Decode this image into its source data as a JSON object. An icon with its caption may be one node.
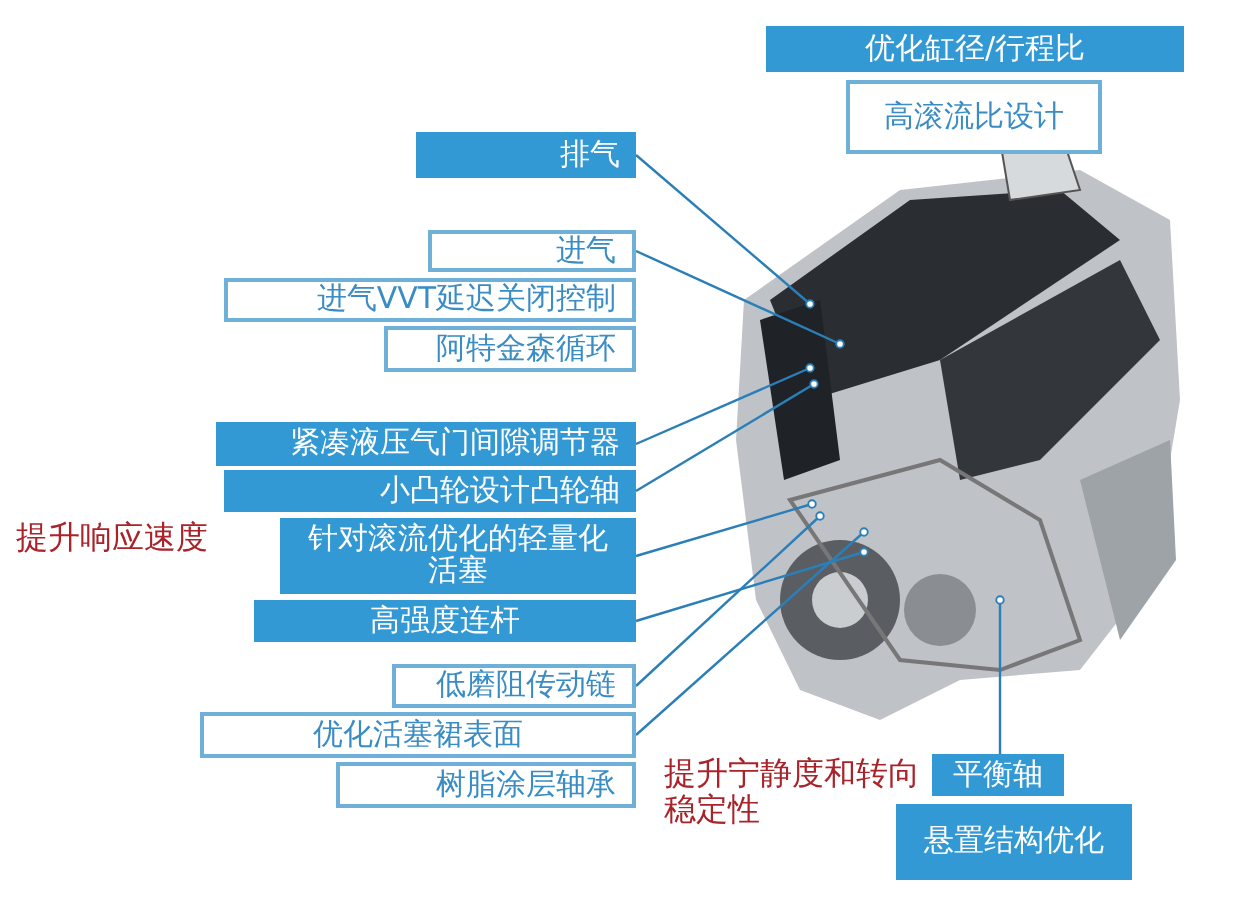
{
  "diagram": {
    "nodes": [
      {
        "text": [
          "优化缸径/行程比"
        ]
      },
      {
        "text": [
          "高滚流比设计"
        ]
      },
      {
        "text": [
          "排气"
        ]
      },
      {
        "text": [
          "进气"
        ]
      },
      {
        "text": [
          "进气VVT延迟关闭控制"
        ]
      },
      {
        "text": [
          "阿特金森循环"
        ]
      },
      {
        "text": [
          "紧凑液压气门间隙调节器"
        ]
      },
      {
        "text": [
          "小凸轮设计凸轮轴"
        ]
      },
      {
        "text": [
          "针对滚流优化的轻量化活塞"
        ]
      },
      {
        "text": [
          "高强度连杆"
        ]
      },
      {
        "text": [
          "低磨阻传动链"
        ]
      },
      {
        "text": [
          "优化活塞裙表面"
        ]
      },
      {
        "text": [
          "树脂涂层轴承"
        ]
      },
      {
        "text": [
          "平衡轴"
        ]
      },
      {
        "text": [
          "悬置结构优化"
        ]
      }
    ],
    "edges": [
      {
        "from": 2,
        "to": null,
        "arrow": "other"
      },
      {
        "from": 3,
        "to": null,
        "arrow": "other"
      },
      {
        "from": 6,
        "to": null,
        "arrow": "other"
      },
      {
        "from": 7,
        "to": null,
        "arrow": "other"
      },
      {
        "from": 8,
        "to": null,
        "arrow": "other"
      },
      {
        "from": 9,
        "to": null,
        "arrow": "other"
      },
      {
        "from": 10,
        "to": null,
        "arrow": "other"
      },
      {
        "from": 11,
        "to": null,
        "arrow": "other"
      },
      {
        "from": 13,
        "to": null,
        "arrow": "other"
      }
    ],
    "labels": [
      "提升响应速度",
      "提升宁静度和转向稳定性"
    ]
  }
}
